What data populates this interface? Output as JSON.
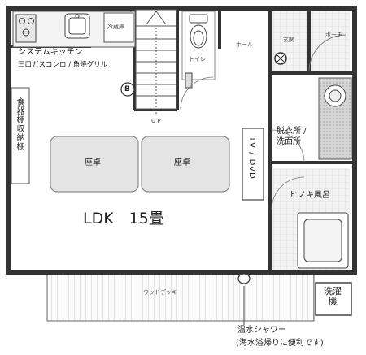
{
  "rooms": {
    "kitchen": "システムキッチン",
    "kitchen_note": "三口ガスコンロ / 魚焼グリル",
    "fridge": "冷蔵庫",
    "toilet": "トイレ",
    "hall": "ホール",
    "entrance": "玄関",
    "porch": "ポーチ",
    "stair_up": "U P",
    "dressing": "脱衣所 /\n洗面所",
    "bath": "ヒノキ風呂",
    "ldk": "LDK　15畳",
    "cabinet": "食器棚収納棚",
    "tv": "TV / DVD",
    "deck": "ウッドデッキ",
    "laundry": "洗濯\n機",
    "marker_b": "B"
  },
  "tables": [
    "座卓",
    "座卓"
  ],
  "notes": {
    "shower": "温水シャワー",
    "shower_sub": "(海水浴帰りに便利です)"
  }
}
